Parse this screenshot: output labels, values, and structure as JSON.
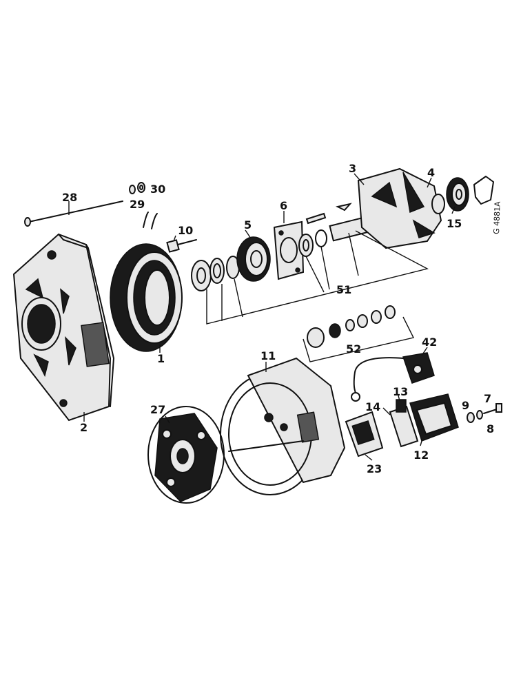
{
  "callouts": [
    {
      "id": "1",
      "label": "1"
    },
    {
      "id": "2",
      "label": "2"
    },
    {
      "id": "3",
      "label": "3"
    },
    {
      "id": "4",
      "label": "4"
    },
    {
      "id": "5",
      "label": "5"
    },
    {
      "id": "6",
      "label": "6"
    },
    {
      "id": "7",
      "label": "7"
    },
    {
      "id": "8",
      "label": "8"
    },
    {
      "id": "9",
      "label": "9"
    },
    {
      "id": "10",
      "label": "10"
    },
    {
      "id": "11",
      "label": "11"
    },
    {
      "id": "12",
      "label": "12"
    },
    {
      "id": "13",
      "label": "13"
    },
    {
      "id": "14",
      "label": "14"
    },
    {
      "id": "15",
      "label": "15"
    },
    {
      "id": "23",
      "label": "23"
    },
    {
      "id": "27",
      "label": "27"
    },
    {
      "id": "28",
      "label": "28"
    },
    {
      "id": "29",
      "label": "29"
    },
    {
      "id": "30",
      "label": "30"
    },
    {
      "id": "42",
      "label": "42"
    },
    {
      "id": "51",
      "label": "51"
    },
    {
      "id": "52",
      "label": "52"
    }
  ],
  "drawing_code": "G 4881A"
}
